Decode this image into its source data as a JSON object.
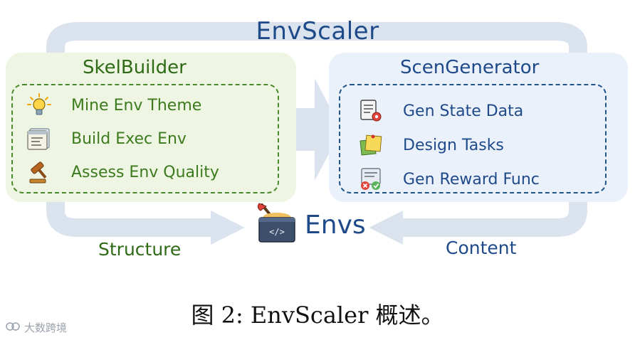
{
  "diagram": {
    "title": "EnvScaler",
    "skel": {
      "title": "SkelBuilder",
      "items": [
        {
          "label": "Mine Env Theme",
          "icon": "lightbulb-icon"
        },
        {
          "label": "Build Exec Env",
          "icon": "code-window-icon"
        },
        {
          "label": "Assess Env Quality",
          "icon": "gavel-icon"
        }
      ]
    },
    "scen": {
      "title": "ScenGenerator",
      "items": [
        {
          "label": "Gen State Data",
          "icon": "document-gear-icon"
        },
        {
          "label": "Design Tasks",
          "icon": "sticky-notes-icon"
        },
        {
          "label": "Gen Reward Func",
          "icon": "check-cross-icon"
        }
      ]
    },
    "center": {
      "label": "Envs",
      "icon": "sandbox-code-icon"
    },
    "left_arrow_label": "Structure",
    "right_arrow_label": "Content"
  },
  "caption": "图 2: EnvScaler 概述。",
  "watermark": "大数跨境",
  "colors": {
    "green_accent": "#2f6b17",
    "blue_accent": "#1f4a8a",
    "green_panel": "#eef6e3",
    "blue_panel": "#eaf1fb",
    "arrow": "#dbe3ef"
  }
}
